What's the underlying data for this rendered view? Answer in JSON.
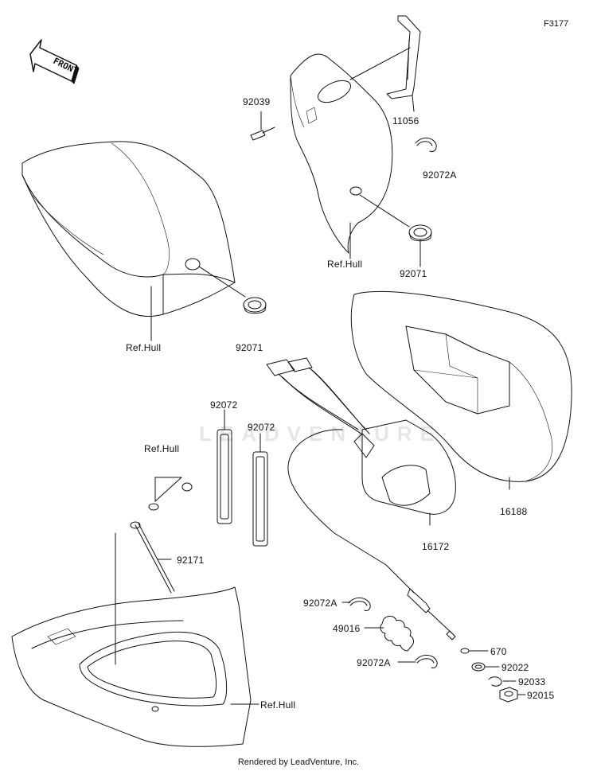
{
  "figure": {
    "id": "F3177"
  },
  "front_arrow": {
    "label": "FRONT"
  },
  "watermark": {
    "text": "LEADVENTURE"
  },
  "footer": {
    "text": "Rendered by LeadVenture, Inc."
  },
  "parts": {
    "p92039": "92039",
    "p11056": "11056",
    "p92072A_top": "92072A",
    "p92071_right": "92071",
    "refhull_top": "Ref.Hull",
    "refhull_left": "Ref.Hull",
    "p92071_left": "92071",
    "p92072_a": "92072",
    "p92072_b": "92072",
    "refhull_mid": "Ref.Hull",
    "p92171": "92171",
    "p16172": "16172",
    "p16188": "16188",
    "p92072A_mid": "92072A",
    "p49016": "49016",
    "p92072A_bot": "92072A",
    "p670": "670",
    "p92022": "92022",
    "p92033": "92033",
    "p92015": "92015",
    "refhull_bottom": "Ref.Hull"
  }
}
